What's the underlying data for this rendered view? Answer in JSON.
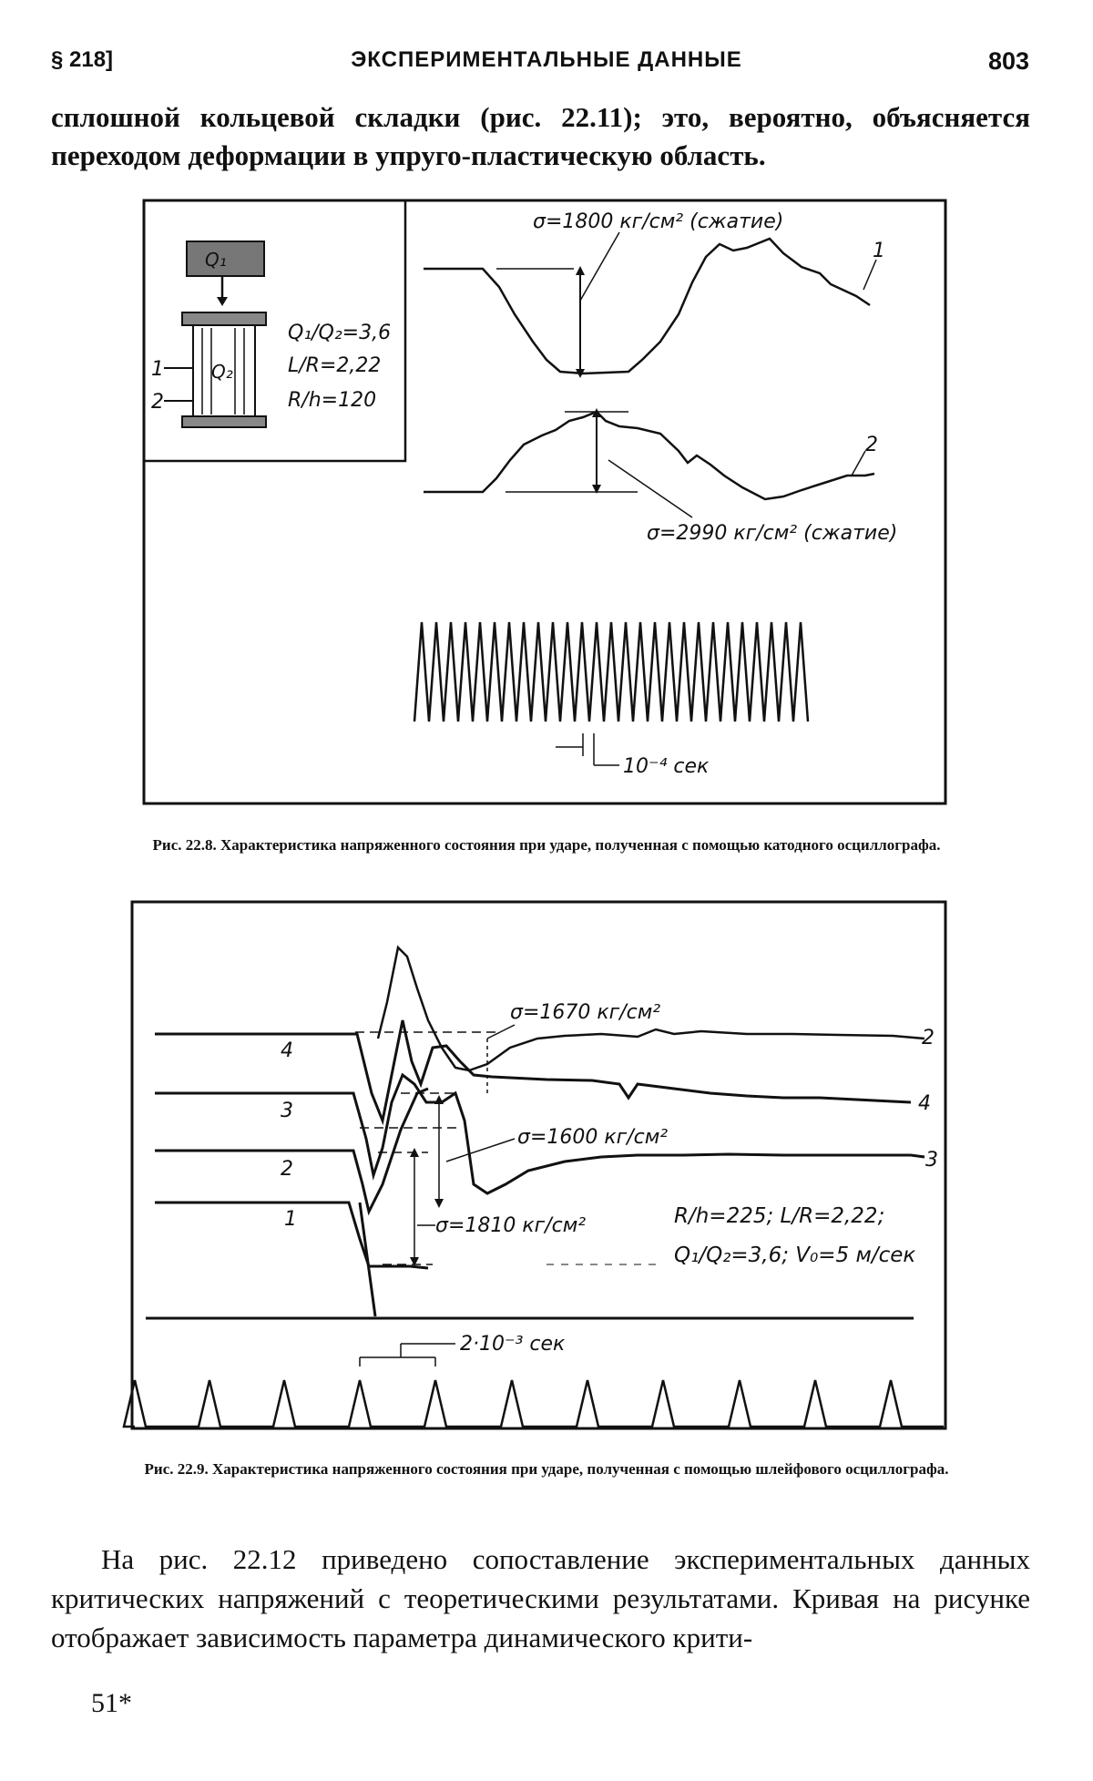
{
  "header": {
    "section": "§ 218]",
    "title": "ЭКСПЕРИМЕНТАЛЬНЫЕ ДАННЫЕ",
    "page": "803"
  },
  "paragraph_top": "сплошной кольцевой складки (рис. 22.11); это, вероятно, объясняется переходом деформации в упруго-пластическую область.",
  "figure1": {
    "inset": {
      "q1": "Q₁",
      "q2": "Q₂",
      "label_1": "1",
      "label_2": "2",
      "param_q": "Q₁/Q₂=3,6",
      "param_l": "L/R=2,22",
      "param_r": "R/h=120"
    },
    "annot_top": "σ=1800 кг/см² (сжатие)",
    "annot_bottom": "σ=2990 кг/см² (сжатие)",
    "curve1_label": "1",
    "curve2_label": "2",
    "timing": "10⁻⁴ сек",
    "caption": "Рис. 22.8. Характеристика напряженного состояния при ударе, полученная с помощью катодного осциллографа."
  },
  "figure2": {
    "annot_a": "σ=1670 кг/см²",
    "annot_b": "σ=1600 кг/см²",
    "annot_c": "σ=1810 кг/см²",
    "params_line1": "R/h=225; L/R=2,22;",
    "params_line2": "Q₁/Q₂=3,6; V₀=5 м/сек",
    "left_labels": [
      "4",
      "3",
      "2",
      "1"
    ],
    "right_labels": [
      "2",
      "4",
      "3"
    ],
    "timing": "2·10⁻³ сек",
    "caption": "Рис. 22.9. Характеристика напряженного состояния при ударе, полученная с помощью шлейфового осциллографа."
  },
  "paragraph_bottom": "На рис. 22.12 приведено сопоставление экспериментальных данных критических напряжений с теоретическими результатами. Кривая на рисунке отображает зависимость параметра динамического крити-",
  "footer": "51*"
}
